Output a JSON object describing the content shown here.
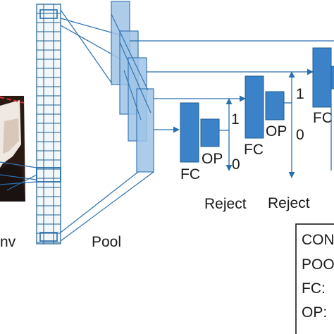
{
  "labels": {
    "conv": "nv",
    "pool": "Pool",
    "stage1_fc": "FC",
    "stage1_op": "OP",
    "stage1_one": "1",
    "stage1_zero": "0",
    "stage1_reject": "Reject",
    "stage2_fc": "FC",
    "stage2_op": "OP",
    "stage2_one": "1",
    "stage2_zero": "0",
    "stage2_reject": "Reject",
    "stage3_fc": "FC"
  },
  "legend": {
    "items": [
      "CON",
      "POO",
      "FC: ",
      "OP: "
    ]
  },
  "colors": {
    "line": "#2a6fad",
    "block_fill": "#9fc3e6",
    "block_stroke": "#3a78b6",
    "dark_block": "#3b82c8",
    "grid": "#1f5f8f",
    "grid_fill": "#f2f7fb"
  }
}
